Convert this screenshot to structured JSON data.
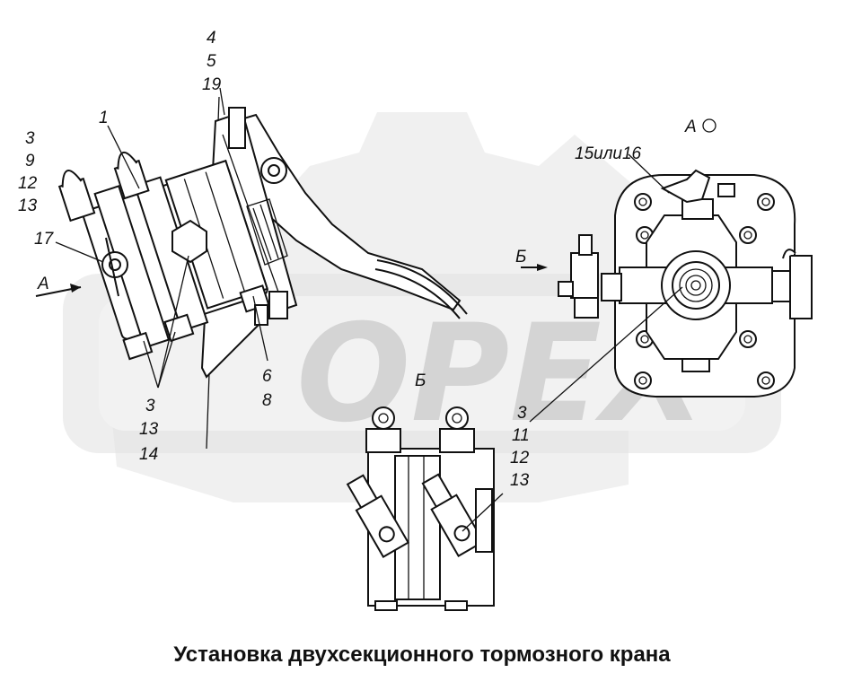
{
  "caption": "Установка двухсекционного тормозного крана",
  "watermark": {
    "text": "OPEX",
    "color": "#e3e3e3"
  },
  "callouts": {
    "c4": "4",
    "c5": "5",
    "c19": "19",
    "c1": "1",
    "c3_top": "3",
    "c9": "9",
    "c12_left": "12",
    "c13_left": "13",
    "c17": "17",
    "arrow_a": "А",
    "c6": "6",
    "c8": "8",
    "c3_bottom": "3",
    "c13_bottom": "13",
    "c14": "14",
    "view_b_mark": "Б",
    "view_a_title": "А",
    "c15_16": "15или16",
    "arrow_b": "Б",
    "c3_right": "3",
    "c11": "11",
    "c12_right": "12",
    "c13_right": "13"
  }
}
